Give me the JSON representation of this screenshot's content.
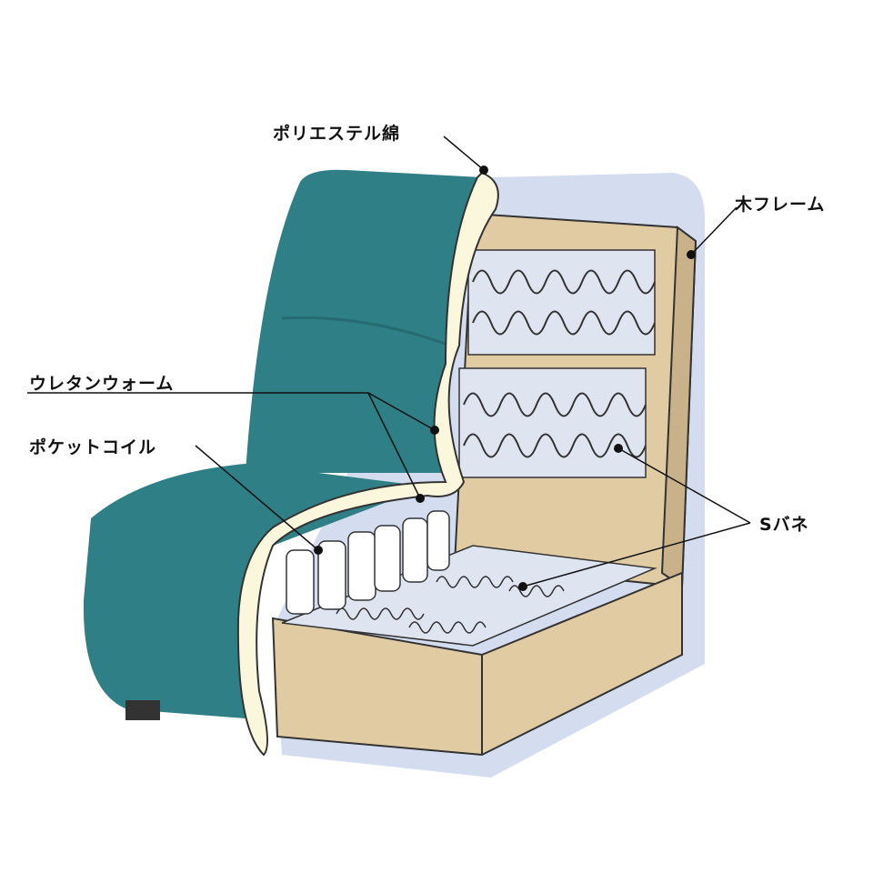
{
  "labels": {
    "polyester": "ポリエステル綿",
    "wood_frame": "木フレーム",
    "urethane": "ウレタンウォーム",
    "pocket_coil": "ポケットコイル",
    "s_spring": "Sバネ"
  },
  "colors": {
    "fabric": "#2f7f86",
    "fabric_dark": "#266b72",
    "wood": "#e0cba3",
    "wood_dark": "#c9b189",
    "cotton": "#fbf7dc",
    "shadow": "#d4ddf0",
    "spring_bg": "#dfe4f1"
  }
}
